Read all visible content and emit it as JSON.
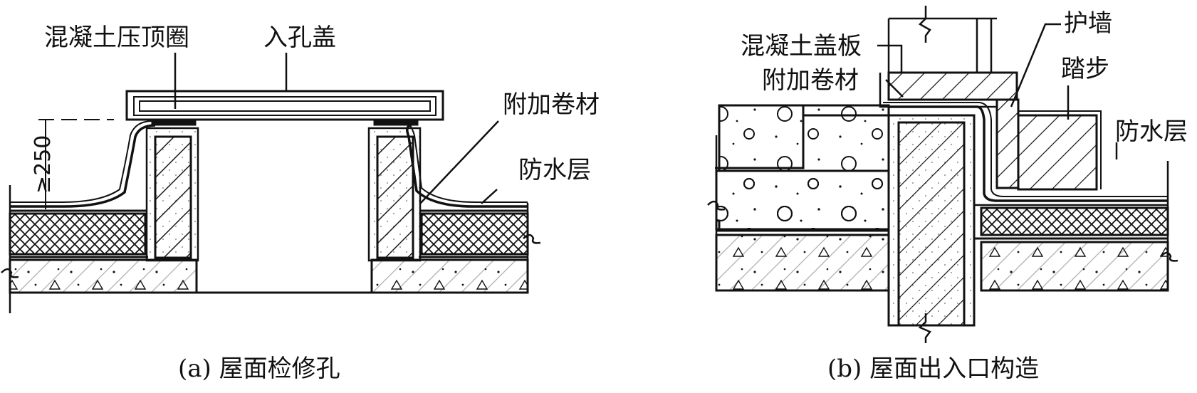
{
  "panel_a": {
    "labels": {
      "coping_ring": "混凝土压顶圈",
      "manhole_cover": "入孔盖",
      "additional_membrane": "附加卷材",
      "waterproof_layer": "防水层"
    },
    "dimension": "≥250",
    "caption": "(a) 屋面检修孔"
  },
  "panel_b": {
    "labels": {
      "concrete_cover_slab": "混凝土盖板",
      "parapet": "护墙",
      "additional_membrane": "附加卷材",
      "step": "踏步",
      "waterproof_layer": "防水层"
    },
    "caption": "(b) 屋面出入口构造"
  },
  "colors": {
    "ink": "#111111",
    "paper": "#ffffff"
  }
}
